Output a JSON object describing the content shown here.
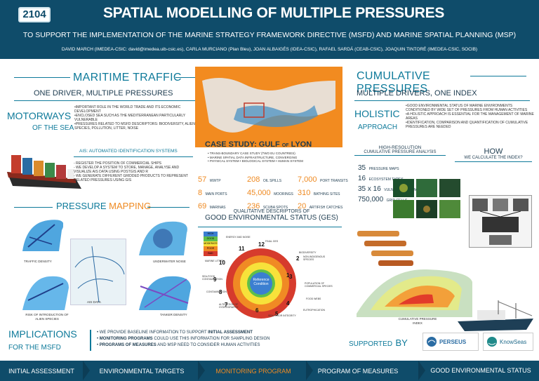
{
  "header": {
    "poster_id": "2104",
    "title": "SPATIAL MODELLING OF MULTIPLE PRESSURES",
    "subtitle": "TO SUPPORT THE IMPLEMENTATION OF THE MARINE STRATEGY FRAMEWORK DIRECTIVE (MSFD) AND MARINE SPATIAL PLANNING (MSP)",
    "authors": "DAVID MARCH (IMEDEA-CSIC: david@imedea.uib-csic.es), CARLA MURCIANO (Plan Bleu), JOAN ALBAIGÉS (IDEA-CSIC), RAFAEL SARDÁ (CEAB-CSIC), JOAQUIN TINTORÉ (IMEDEA-CSIC, SOCIB)"
  },
  "maritime": {
    "title": "MARITIME TRAFFIC",
    "subtitle": "ONE DRIVER, MULTIPLE PRESSURES",
    "motorways_1": "MOTORWAYS",
    "motorways_2": "OF THE SEA",
    "bullets": [
      "•IMPORTANT ROLE IN THE WORLD TRADE AND ITS ECONOMIC DEVELOPMENT",
      "•ENCLOSED SEA SUCH AS THE MEDITERRANEAN PARTICULARLY VULNERABLE",
      "•PRESSURES RELATED TO MSFD DESCRIPTORS: BIODIVERSITY, ALIEN SPECIES, POLLUTION, LITTER, NOISE"
    ],
    "ais_title": "AIS: AUTOMATED IDENTIFICATION SYSTEMS",
    "ais_lines": [
      "- REGISTER THE POSITION OF COMMERCIAL SHIPS",
      "- WE DEVELOP A SYSTEM TO STORE, MANAGE, ANALYSE AND VISUALIZE AIS DATA USING POSTGIS AND R",
      "- WE GENERATE DIFFERENT GRIDDED PRODUCTS TO REPRESENT RELATED PRESSURES USING GIS"
    ]
  },
  "case_study": {
    "title_1": "CASE STUDY: GULF",
    "title_of": "OF",
    "title_2": "LYON",
    "bullets": [
      "• TRANS-BOUNDARY CASE STUDY (TWO EU COUNTRIES)",
      "• MARINE SPATIAL DATA INFRASTRUCTURE, CONVERGING",
      "• PHYSICAL SYSTEM  • BIOLOGICAL SYSTEM  • HUMAN SYSTEM"
    ],
    "stats": [
      {
        "num": "57",
        "label": "WWTP"
      },
      {
        "num": "208",
        "label": "OIL SPILLS"
      },
      {
        "num": "7,000",
        "label": "PORT TRANSITS"
      },
      {
        "num": "8",
        "label": "MAIN PORTS"
      },
      {
        "num": "45,000",
        "label": "MOORINGS"
      },
      {
        "num": "310",
        "label": "BATHING SITES"
      },
      {
        "num": "69",
        "label": "MARINAS"
      },
      {
        "num": "236",
        "label": "SCUBA SPOTS"
      },
      {
        "num": "20",
        "label": "ARTIFISH CATCHES"
      }
    ]
  },
  "cumulative": {
    "title": "CUMULATIVE PRESSURES",
    "subtitle": "MULTIPLE DRIVERS, ONE INDEX",
    "holistic_1": "HOLISTIC",
    "holistic_2": "APPROACH",
    "bullets": [
      "•GOOD ENVIRONMENTAL STATUS OF MARINE ENVIRONMENTS CONDITIONED BY WIDE SET OF PRESSURES FROM HUMAN ACTIVITIES",
      "•A HOLISTIC APPROACH IS ESSENTIAL FOR THE MANAGEMENT OF MARINE AREAS",
      "•IDENTIFICATION, COMPARISON AND QUANTIFICATION OF CUMULATIVE PRESSURES ARE NEEDED"
    ],
    "hr_title_1": "HIGH-RESOLUTION",
    "hr_title_2": "CUMULATIVE PRESSURE ANALYSIS",
    "hr_stats": [
      {
        "num": "35",
        "label": "PRESSURE MAPS"
      },
      {
        "num": "16",
        "label": "ECOSYSTEM TYPES"
      },
      {
        "num": "35 x 16",
        "label": "VULNERABILITY MATRIX"
      },
      {
        "num": "750,000",
        "label": "GRID CELLS"
      }
    ],
    "how_title": "HOW",
    "how_sub": "WE CALCULATE THE INDEX?",
    "index_label_1": "CUMULATIVE PRESSURE",
    "index_label_2": "INDEX"
  },
  "pressure_mapping": {
    "title_1": "PRESSURE",
    "title_2": "MAPPING",
    "labels": {
      "traffic": "TRAFFIC DENSITY",
      "noise": "UNDERWATER NOISE",
      "ais": "AIS DATA",
      "tanker": "TANKER DENSITY",
      "alien_1": "RISK OF INTRODUCTION OF",
      "alien_2": "ALIEN SPECIES"
    }
  },
  "ges": {
    "title_1": "QUALITATIVE DESCRIPTORS OF",
    "title_2": "GOOD ENVIRONMENTAL STATUS (GES)",
    "center_1": "Reference",
    "center_2": "Condition",
    "scale": [
      "HIGH",
      "GOOD",
      "MODERATE",
      "POOR",
      "BAD"
    ],
    "descriptors": [
      {
        "num": "1",
        "label": "BIODIVERSITY"
      },
      {
        "num": "2",
        "label": "NON-INDIGENOUS SPECIES"
      },
      {
        "num": "3",
        "label": "POPULATION OF COMMERCIAL SPECIES"
      },
      {
        "num": "4",
        "label": "FOOD WEBS"
      },
      {
        "num": "5",
        "label": "EUTROPHICATION"
      },
      {
        "num": "6",
        "label": "SEA-FLOOR INTEGRITY"
      },
      {
        "num": "7",
        "label": "ALTERATION OF HYDROGRAPHY"
      },
      {
        "num": "8",
        "label": "CONTAMINATION"
      },
      {
        "num": "9",
        "label": "SEA-FOOD CONTAMINATION"
      },
      {
        "num": "10",
        "label": "MARINE LITTER"
      },
      {
        "num": "11",
        "label": "ENERGY AND NOISE"
      },
      {
        "num": "12",
        "label": "FINAL GES"
      }
    ]
  },
  "implications": {
    "title_1": "IMPLICATIONS",
    "title_2": "FOR THE MSFD",
    "bullets": [
      {
        "pre": "• WE PROVIDE BASELINE INFORMATION TO SUPPORT ",
        "bold": "INITIAL ASSESSMENT",
        "post": ""
      },
      {
        "pre": "• ",
        "bold": "MONITORING PROGRAMS",
        "post": " COULD USE THIS INFORMATION FOR SAMPLING DESIGN"
      },
      {
        "pre": "• ",
        "bold": "PROGRAMS OF MEASURES",
        "post": " AND MSP NEED TO CONSIDER HUMAN ACTIVITIES"
      }
    ],
    "supported_1": "SUPPORTED",
    "supported_2": "BY",
    "logos": [
      "PERSEUS",
      "KnowSeas"
    ]
  },
  "footer": {
    "items": [
      "INITIAL ASSESSMENT",
      "ENVIRONMENTAL TARGETS",
      "MONITORING PROGRAM",
      "PROGRAM OF MEASURES",
      "GOOD ENVIRONMENTAL STATUS"
    ]
  },
  "colors": {
    "navy": "#0f4c6a",
    "teal": "#0e7a9a",
    "orange": "#ef8a22"
  }
}
